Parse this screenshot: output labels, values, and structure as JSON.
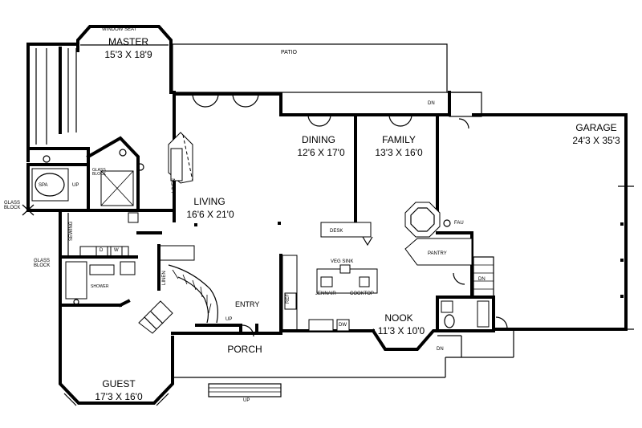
{
  "rooms": {
    "master": {
      "name": "MASTER",
      "dims": "15'3 X 18'9"
    },
    "living": {
      "name": "LIVING",
      "dims": "16'6 X 21'0"
    },
    "dining": {
      "name": "DINING",
      "dims": "12'6 X 17'0"
    },
    "family": {
      "name": "FAMILY",
      "dims": "13'3 X 16'0"
    },
    "garage": {
      "name": "GARAGE",
      "dims": "24'3 X 35'3"
    },
    "nook": {
      "name": "NOOK",
      "dims": "11'3 X 10'0"
    },
    "guest": {
      "name": "GUEST",
      "dims": "17'3 X 16'0"
    }
  },
  "labels": {
    "window_seat": "WINDOW SEAT",
    "patio": "PATIO",
    "porch": "PORCH",
    "entry": "ENTRY",
    "spa": "SPA",
    "up_spa": "UP",
    "glass_block_1": "GLASS BLOCK",
    "glass_block_2": "GLASS BLOCK",
    "glass_block_3": "GLASS BLOCK",
    "linen_1": "LINEN",
    "linen_2": "LINEN",
    "sewing": "SEWING",
    "desk": "DESK",
    "veg_sink": "VEG SINK",
    "jennair": "JENNAIR",
    "cooktop": "COOKTOP",
    "pantry": "PANTRY",
    "fau": "FAU",
    "ref": "REF",
    "dw": "DW",
    "dn_patio": "DN",
    "dn_pantry": "DN",
    "dn_nook": "DN",
    "up_stair": "UP",
    "up_porch": "UP",
    "d": "D",
    "w": "W",
    "shower": "SHOWER"
  }
}
